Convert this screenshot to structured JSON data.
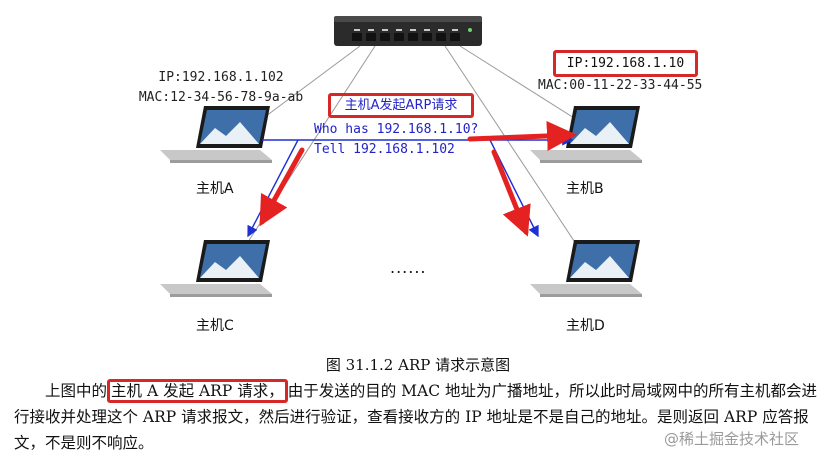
{
  "hosts": {
    "a": {
      "name": "主机A",
      "ip": "IP:192.168.1.102",
      "mac": "MAC:12-34-56-78-9a-ab"
    },
    "b": {
      "name": "主机B",
      "ip": "IP:192.168.1.10",
      "mac": "MAC:00-11-22-33-44-55"
    },
    "c": {
      "name": "主机C"
    },
    "d": {
      "name": "主机D"
    }
  },
  "callout": "主机A发起ARP请求",
  "request": {
    "line1": "Who has 192.168.1.10?",
    "line2": "Tell 192.168.1.102"
  },
  "ellipsis": "......",
  "caption": "图 31.1.2 ARP 请求示意图",
  "paragraph": {
    "before": "上图中的",
    "highlight": "主机 A 发起 ARP 请求，",
    "after": "由于发送的目的 MAC 地址为广播地址，所以此时局域网中的所有主机都会进行接收并处理这个 ARP 请求报文，然后进行验证，查看接收方的 IP 地址是不是自己的地址。是则返回 ARP 应答报文，不是则不响应。"
  },
  "watermark": "@稀土掘金技术社区",
  "colors": {
    "highlight_box": "#d62828",
    "request_text": "#2323c8",
    "arrow_red": "#e52222",
    "arrow_blue": "#1e2fd4"
  }
}
